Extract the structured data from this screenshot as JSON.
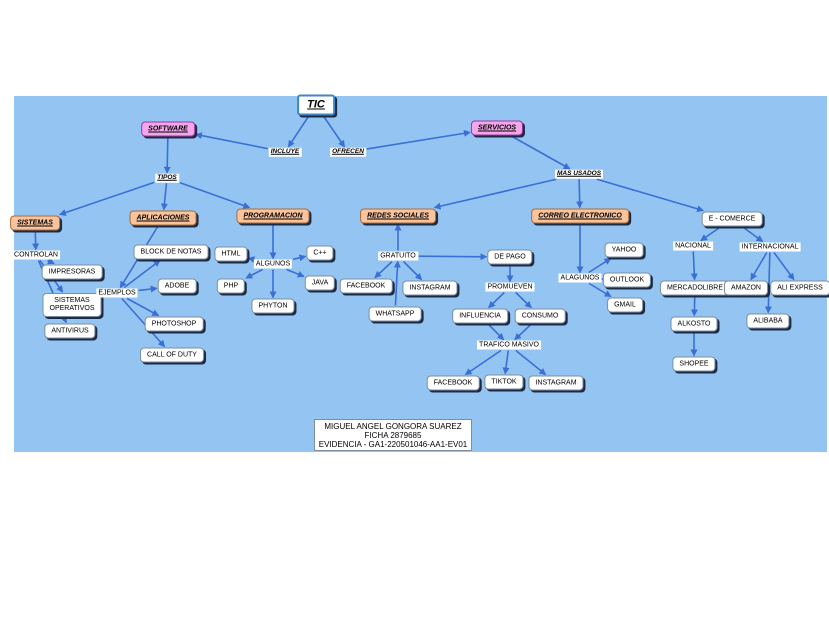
{
  "nodes": [
    {
      "id": "tic",
      "text": "TIC",
      "style": "root"
    },
    {
      "id": "incluye",
      "text": "INCLUYE",
      "style": "lblbi"
    },
    {
      "id": "ofrecen",
      "text": "OFRECEN",
      "style": "lblbi"
    },
    {
      "id": "software",
      "text": "SOFTWARE",
      "style": "pink"
    },
    {
      "id": "servicios",
      "text": "SERVICIOS",
      "style": "pink"
    },
    {
      "id": "tipos",
      "text": "TIPOS",
      "style": "lblbi"
    },
    {
      "id": "sistemas",
      "text": "SISTEMAS",
      "style": "orange"
    },
    {
      "id": "aplicaciones",
      "text": "APLICACIONES",
      "style": "orange"
    },
    {
      "id": "programacion",
      "text": "PROGRAMACION",
      "style": "orange"
    },
    {
      "id": "controlan",
      "text": "CONTROLAN",
      "style": "lbl"
    },
    {
      "id": "impresoras",
      "text": "IMPRESORAS",
      "style": "box"
    },
    {
      "id": "sistemas_operativos",
      "text": "SISTEMAS\nOPERATIVOS",
      "style": "box"
    },
    {
      "id": "antivirus",
      "text": "ANTIVIRUS",
      "style": "box"
    },
    {
      "id": "ejemplos",
      "text": "EJEMPLOS",
      "style": "lbl"
    },
    {
      "id": "block_notas",
      "text": "BLOCK DE NOTAS",
      "style": "box"
    },
    {
      "id": "adobe",
      "text": "ADOBE",
      "style": "box"
    },
    {
      "id": "photoshop",
      "text": "PHOTOSHOP",
      "style": "box"
    },
    {
      "id": "call_of_duty",
      "text": "CALL OF DUTY",
      "style": "box"
    },
    {
      "id": "algunos",
      "text": "ALGUNOS",
      "style": "lbl"
    },
    {
      "id": "html",
      "text": "HTML",
      "style": "box"
    },
    {
      "id": "cpp",
      "text": "C++",
      "style": "box"
    },
    {
      "id": "php",
      "text": "PHP",
      "style": "box"
    },
    {
      "id": "java",
      "text": "JAVA",
      "style": "box"
    },
    {
      "id": "phyton",
      "text": "PHYTON",
      "style": "box"
    },
    {
      "id": "mas_usados",
      "text": "MAS USADOS",
      "style": "lblbi"
    },
    {
      "id": "redes_sociales",
      "text": "REDES SOCIALES",
      "style": "orange"
    },
    {
      "id": "correo",
      "text": "CORREO ELECTRONICO",
      "style": "orange"
    },
    {
      "id": "ecomerce",
      "text": "E - COMERCE",
      "style": "box"
    },
    {
      "id": "gratuito",
      "text": "GRATUITO",
      "style": "lbl"
    },
    {
      "id": "de_pago",
      "text": "DE PAGO",
      "style": "box"
    },
    {
      "id": "facebook1",
      "text": "FACEBOOK",
      "style": "box"
    },
    {
      "id": "instagram1",
      "text": "INSTAGRAM",
      "style": "box"
    },
    {
      "id": "whatsapp",
      "text": "WHATSAPP",
      "style": "box"
    },
    {
      "id": "promueven",
      "text": "PROMUEVEN",
      "style": "lbl"
    },
    {
      "id": "influencia",
      "text": "INFLUENCIA",
      "style": "box"
    },
    {
      "id": "consumo",
      "text": "CONSUMO",
      "style": "box"
    },
    {
      "id": "trafico",
      "text": "TRAFICO MASIVO",
      "style": "lbl"
    },
    {
      "id": "facebook2",
      "text": "FACEBOOK",
      "style": "box"
    },
    {
      "id": "tiktok",
      "text": "TIKTOK",
      "style": "box"
    },
    {
      "id": "instagram2",
      "text": "INSTAGRAM",
      "style": "box"
    },
    {
      "id": "alagunos",
      "text": "ALAGUNOS",
      "style": "lbl"
    },
    {
      "id": "yahoo",
      "text": "YAHOO",
      "style": "box"
    },
    {
      "id": "outlook",
      "text": "OUTLOOK",
      "style": "box"
    },
    {
      "id": "gmail",
      "text": "GMAIL",
      "style": "box"
    },
    {
      "id": "nacional",
      "text": "NACIONAL",
      "style": "lbl"
    },
    {
      "id": "internacional",
      "text": "INTERNACIONAL",
      "style": "lbl"
    },
    {
      "id": "mercadolibre",
      "text": "MERCADOLIBRE",
      "style": "box"
    },
    {
      "id": "alkosto",
      "text": "ALKOSTO",
      "style": "box"
    },
    {
      "id": "shopee",
      "text": "SHOPEE",
      "style": "box"
    },
    {
      "id": "amazon",
      "text": "AMAZON",
      "style": "box"
    },
    {
      "id": "aliexpress",
      "text": "ALI EXPRESS",
      "style": "box"
    },
    {
      "id": "alibaba",
      "text": "ALIBABA",
      "style": "box"
    }
  ],
  "edges": [
    [
      "tic",
      "incluye"
    ],
    [
      "incluye",
      "software"
    ],
    [
      "tic",
      "ofrecen"
    ],
    [
      "ofrecen",
      "servicios"
    ],
    [
      "software",
      "tipos"
    ],
    [
      "tipos",
      "sistemas"
    ],
    [
      "tipos",
      "aplicaciones"
    ],
    [
      "tipos",
      "programacion"
    ],
    [
      "sistemas",
      "controlan"
    ],
    [
      "controlan",
      "impresoras"
    ],
    [
      "controlan",
      "sistemas_operativos"
    ],
    [
      "controlan",
      "antivirus"
    ],
    [
      "aplicaciones",
      "ejemplos"
    ],
    [
      "ejemplos",
      "block_notas"
    ],
    [
      "ejemplos",
      "adobe"
    ],
    [
      "ejemplos",
      "photoshop"
    ],
    [
      "ejemplos",
      "call_of_duty"
    ],
    [
      "programacion",
      "algunos"
    ],
    [
      "algunos",
      "html"
    ],
    [
      "algunos",
      "cpp"
    ],
    [
      "algunos",
      "php"
    ],
    [
      "algunos",
      "java"
    ],
    [
      "algunos",
      "phyton"
    ],
    [
      "servicios",
      "mas_usados"
    ],
    [
      "mas_usados",
      "redes_sociales"
    ],
    [
      "mas_usados",
      "correo"
    ],
    [
      "mas_usados",
      "ecomerce"
    ],
    [
      "gratuito",
      "redes_sociales"
    ],
    [
      "gratuito",
      "facebook1"
    ],
    [
      "gratuito",
      "instagram1"
    ],
    [
      "gratuito",
      "de_pago"
    ],
    [
      "whatsapp",
      "gratuito"
    ],
    [
      "de_pago",
      "promueven"
    ],
    [
      "promueven",
      "influencia"
    ],
    [
      "promueven",
      "consumo"
    ],
    [
      "influencia",
      "trafico"
    ],
    [
      "consumo",
      "trafico"
    ],
    [
      "trafico",
      "facebook2"
    ],
    [
      "trafico",
      "tiktok"
    ],
    [
      "trafico",
      "instagram2"
    ],
    [
      "correo",
      "alagunos"
    ],
    [
      "alagunos",
      "yahoo"
    ],
    [
      "alagunos",
      "outlook"
    ],
    [
      "alagunos",
      "gmail"
    ],
    [
      "ecomerce",
      "nacional"
    ],
    [
      "ecomerce",
      "internacional"
    ],
    [
      "nacional",
      "mercadolibre"
    ],
    [
      "mercadolibre",
      "alkosto"
    ],
    [
      "alkosto",
      "shopee"
    ],
    [
      "internacional",
      "amazon"
    ],
    [
      "internacional",
      "aliexpress"
    ],
    [
      "internacional",
      "alibaba"
    ]
  ],
  "credits": {
    "line1": "MIGUEL ANGEL GONGORA SUAREZ",
    "line2": "FICHA 2879685",
    "line3": "EVIDENCIA - GA1-220501046-AA1-EV01"
  },
  "colors": {
    "canvas": "#94c5f2",
    "edge": "#3a6fd6",
    "pink": "#f4a6ea",
    "orange": "#f9c39c"
  }
}
